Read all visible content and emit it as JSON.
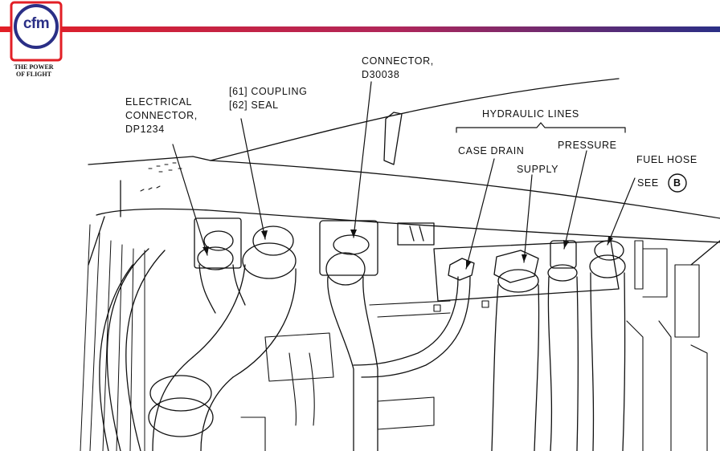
{
  "logo": {
    "text": "cfm",
    "tagline_line1": "THE POWER",
    "tagline_line2": "OF FLIGHT",
    "colors": {
      "red": "#e21f26",
      "blue": "#2a2f86",
      "stripe_mid": "#8e2e7a"
    }
  },
  "labels": {
    "electrical_connector": [
      "ELECTRICAL",
      "CONNECTOR,",
      "DP1234"
    ],
    "coupling_seal": [
      "[61] COUPLING",
      "[62] SEAL"
    ],
    "connector_d": [
      "CONNECTOR,",
      "D30038"
    ],
    "hydraulic_lines": "HYDRAULIC LINES",
    "case_drain": "CASE DRAIN",
    "supply": "SUPPLY",
    "pressure": "PRESSURE",
    "fuel_hose": "FUEL HOSE",
    "see": "SEE",
    "see_ref": "B"
  }
}
